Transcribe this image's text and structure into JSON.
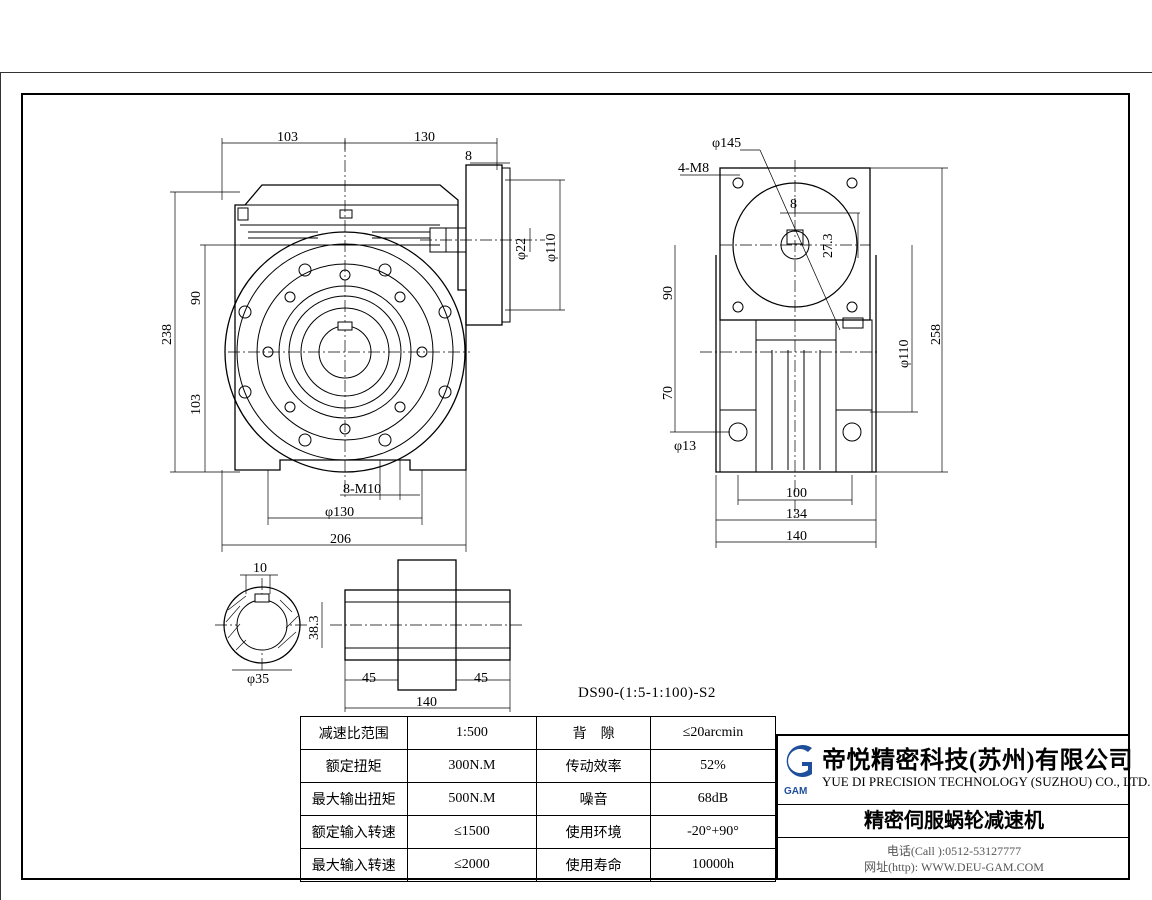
{
  "drawing": {
    "model": "DS90-(1:5-1:100)-S2",
    "front_dims": {
      "d103_top": "103",
      "d130_top": "130",
      "d8": "8",
      "phi22": "φ22",
      "phi110": "φ110",
      "d238": "238",
      "d90": "90",
      "d103_left": "103",
      "m10": "8-M10",
      "phi130": "φ130",
      "d206": "206"
    },
    "side_dims": {
      "phi145": "φ145",
      "m8": "4-M8",
      "d8": "8",
      "d27_3": "27.3",
      "d258": "258",
      "d90": "90",
      "d70": "70",
      "phi110": "φ110",
      "phi13": "φ13",
      "d100": "100",
      "d134": "134",
      "d140": "140"
    },
    "shaft_dims": {
      "d10": "10",
      "d38_3": "38.3",
      "phi35": "φ35",
      "d45a": "45",
      "d45b": "45",
      "d140": "140"
    }
  },
  "spec_table": {
    "rows": [
      [
        "减速比范围",
        "1:500",
        "背　隙",
        "≤20arcmin"
      ],
      [
        "额定扭矩",
        "300N.M",
        "传动效率",
        "52%"
      ],
      [
        "最大输出扭矩",
        "500N.M",
        "噪音",
        "68dB"
      ],
      [
        "额定输入转速",
        "≤1500",
        "使用环境",
        "-20°+90°"
      ],
      [
        "最大输入转速",
        "≤2000",
        "使用寿命",
        "10000h"
      ]
    ]
  },
  "company": {
    "logo_text": "GAM",
    "cn_name": "帝悦精密科技(苏州)有限公司",
    "en_name": "YUE DI PRECISION TECHNOLOGY (SUZHOU) CO., LTD.",
    "product": "精密伺服蜗轮减速机",
    "tel": "电话(Call ):0512-53127777",
    "web": "网址(http): WWW.DEU-GAM.COM"
  },
  "colors": {
    "line": "#000000",
    "muted": "#555555",
    "logo_blue": "#1f4f9a"
  }
}
